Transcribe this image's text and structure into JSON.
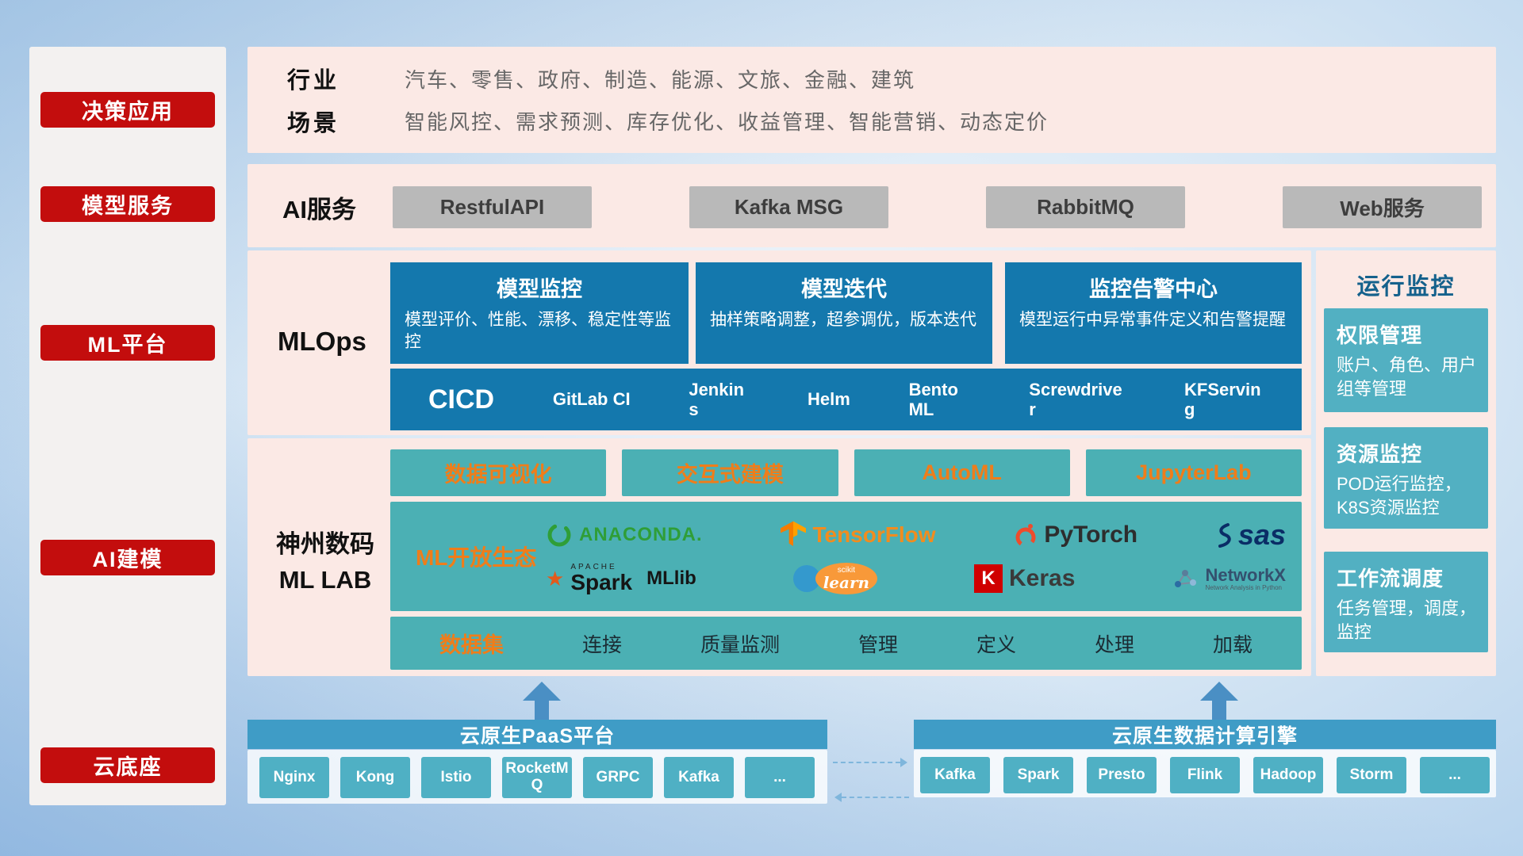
{
  "sidebar": {
    "items": [
      {
        "label": "决策应用"
      },
      {
        "label": "模型服务"
      },
      {
        "label": "ML平台"
      },
      {
        "label": "AI建模"
      },
      {
        "label": "云底座"
      }
    ]
  },
  "industry": {
    "label": "行业",
    "value": "汽车、零售、政府、制造、能源、文旅、金融、建筑"
  },
  "scenario": {
    "label": "场景",
    "value": "智能风控、需求预测、库存优化、收益管理、智能营销、动态定价"
  },
  "ai_service": {
    "label": "AI服务",
    "buttons": [
      {
        "label": "RestfulAPI"
      },
      {
        "label": "Kafka MSG"
      },
      {
        "label": "RabbitMQ"
      },
      {
        "label": "Web服务"
      }
    ]
  },
  "mlops": {
    "label": "MLOps",
    "cards": [
      {
        "title": "模型监控",
        "desc": "模型评价、性能、漂移、稳定性等监控"
      },
      {
        "title": "模型迭代",
        "desc": "抽样策略调整，超参调优，版本迭代"
      },
      {
        "title": "监控告警中心",
        "desc": "模型运行中异常事件定义和告警提醒"
      }
    ],
    "cicd": {
      "label": "CICD",
      "items": [
        {
          "label": "GitLab CI"
        },
        {
          "label": "Jenkins"
        },
        {
          "label": "Helm"
        },
        {
          "label": "BentoML"
        },
        {
          "label": "Screwdriver"
        },
        {
          "label": "KFServing"
        }
      ]
    }
  },
  "monitoring": {
    "title": "运行监控",
    "cards": [
      {
        "title": "权限管理",
        "desc": "账户、角色、用户组等管理"
      },
      {
        "title": "资源监控",
        "desc": "POD运行监控，K8S资源监控"
      },
      {
        "title": "工作流调度",
        "desc": "任务管理，调度，监控"
      }
    ]
  },
  "mllab": {
    "label_line1": "神州数码",
    "label_line2": "ML LAB",
    "tools": [
      {
        "label": "数据可视化"
      },
      {
        "label": "交互式建模"
      },
      {
        "label": "AutoML"
      },
      {
        "label": "JupyterLab"
      }
    ],
    "ecosystem": {
      "label": "ML开放生态",
      "anaconda": "ANACONDA.",
      "tensorflow": "TensorFlow",
      "pytorch": "PyTorch",
      "sas": "sas",
      "spark_caption": "APACHE",
      "spark": "Spark",
      "mllib": "MLlib",
      "scikit_top": "scikit",
      "scikit": "learn",
      "keras_letter": "K",
      "keras": "Keras",
      "networkx": "NetworkX",
      "networkx_caption": "Network Analysis in Python"
    },
    "dataset": {
      "label": "数据集",
      "items": [
        {
          "label": "连接"
        },
        {
          "label": "质量监测"
        },
        {
          "label": "管理"
        },
        {
          "label": "定义"
        },
        {
          "label": "处理"
        },
        {
          "label": "加载"
        }
      ]
    }
  },
  "cloud": {
    "paas": {
      "title": "云原生PaaS平台",
      "items": [
        {
          "label": "Nginx"
        },
        {
          "label": "Kong"
        },
        {
          "label": "Istio"
        },
        {
          "label": "RocketMQ"
        },
        {
          "label": "GRPC"
        },
        {
          "label": "Kafka"
        },
        {
          "label": "..."
        }
      ]
    },
    "engine": {
      "title": "云原生数据计算引擎",
      "items": [
        {
          "label": "Kafka"
        },
        {
          "label": "Spark"
        },
        {
          "label": "Presto"
        },
        {
          "label": "Flink"
        },
        {
          "label": "Hadoop"
        },
        {
          "label": "Storm"
        },
        {
          "label": "..."
        }
      ]
    }
  },
  "icons": {
    "spark_star": "★"
  },
  "colors": {
    "accent_red": "#c30d0d",
    "band_pink": "#fbe9e5",
    "card_blue": "#1478ad",
    "teal": "#4bb0b4",
    "panel_teal": "#52b0c2",
    "header_blue": "#3f9cc6",
    "orange": "#ef7d1a"
  }
}
